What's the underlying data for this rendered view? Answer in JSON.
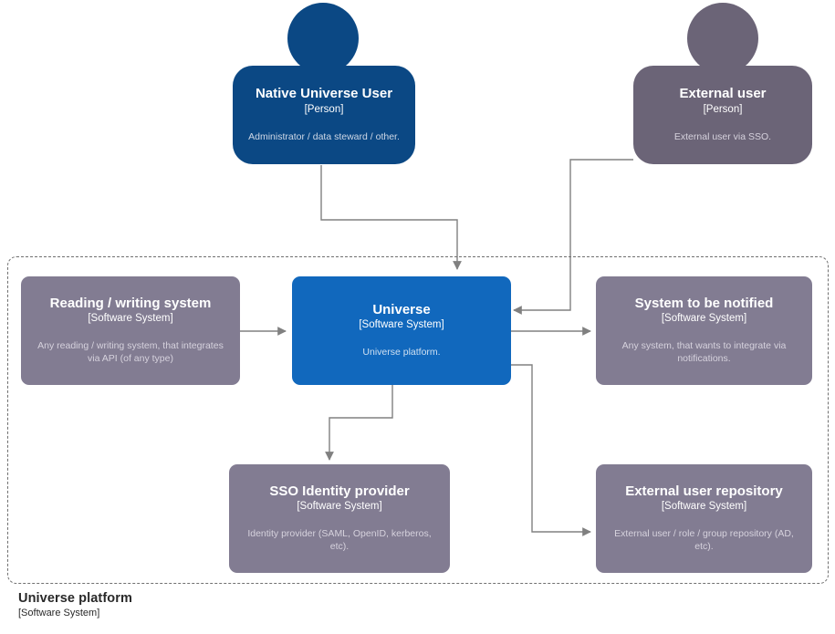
{
  "diagram": {
    "type": "C4 System Context",
    "background": "#ffffff"
  },
  "colors": {
    "person_native": "#0B4884",
    "person_external": "#6B6477",
    "system_accent": "#1168BD",
    "system_external": "#827C92",
    "connector": "#707070",
    "boundary_border": "#707070",
    "boundary_text": "#292929"
  },
  "boundary": {
    "name": "Universe platform",
    "type": "[Software System]"
  },
  "nodes": [
    {
      "id": "native-universe-user",
      "shape": "person",
      "name": "Native Universe User",
      "type": "[Person]",
      "description": "Administrator / data steward / other."
    },
    {
      "id": "external-user",
      "shape": "person",
      "name": "External user",
      "type": "[Person]",
      "description": "External user via SSO."
    },
    {
      "id": "reading-writing-system",
      "shape": "box",
      "name": "Reading / writing system",
      "type": "[Software System]",
      "description": "Any reading / writing system, that integrates via API (of any type)"
    },
    {
      "id": "universe",
      "shape": "box",
      "name": "Universe",
      "type": "[Software System]",
      "description": "Universe platform."
    },
    {
      "id": "system-to-be-notified",
      "shape": "box",
      "name": "System to be notified",
      "type": "[Software System]",
      "description": "Any system, that wants to integrate via notifications."
    },
    {
      "id": "sso-identity-provider",
      "shape": "box",
      "name": "SSO Identity provider",
      "type": "[Software System]",
      "description": "Identity provider (SAML, OpenID, kerberos, etc)."
    },
    {
      "id": "external-user-repository",
      "shape": "box",
      "name": "External user repository",
      "type": "[Software System]",
      "description": "External user / role / group repository (AD, etc)."
    }
  ],
  "connections": [
    {
      "id": "c1",
      "from": "native-universe-user",
      "to": "universe",
      "label": ""
    },
    {
      "id": "c2",
      "from": "external-user",
      "to": "universe",
      "label": ""
    },
    {
      "id": "c3",
      "from": "reading-writing-system",
      "to": "universe",
      "label": ""
    },
    {
      "id": "c4",
      "from": "universe",
      "to": "system-to-be-notified",
      "label": ""
    },
    {
      "id": "c5",
      "from": "universe",
      "to": "sso-identity-provider",
      "label": ""
    },
    {
      "id": "c6",
      "from": "universe",
      "to": "external-user-repository",
      "label": ""
    }
  ]
}
